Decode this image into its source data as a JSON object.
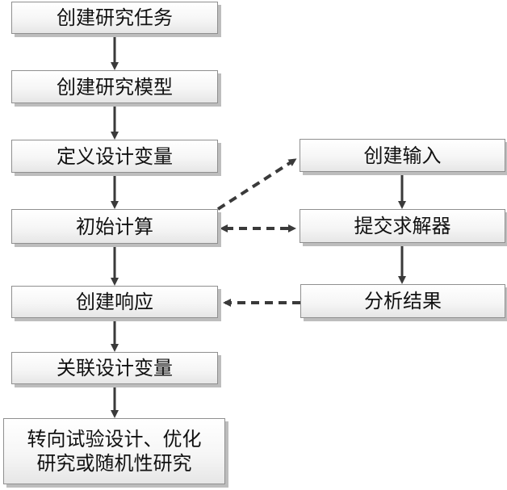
{
  "nodes": {
    "create_task": "创建研究任务",
    "create_model": "创建研究模型",
    "define_vars": "定义设计变量",
    "initial_calc": "初始计算",
    "create_response": "创建响应",
    "link_vars": "关联设计变量",
    "turn_to_line1": "转向试验设计、优化",
    "turn_to_line2": "研究或随机性研究",
    "create_input": "创建输入",
    "submit_solver": "提交求解器",
    "analyze_results": "分析结果"
  },
  "colors": {
    "arrow": "#3a3a3a",
    "box_border": "#8f8f8f",
    "box_shadow": "#bdbdbd",
    "text": "#111111"
  }
}
